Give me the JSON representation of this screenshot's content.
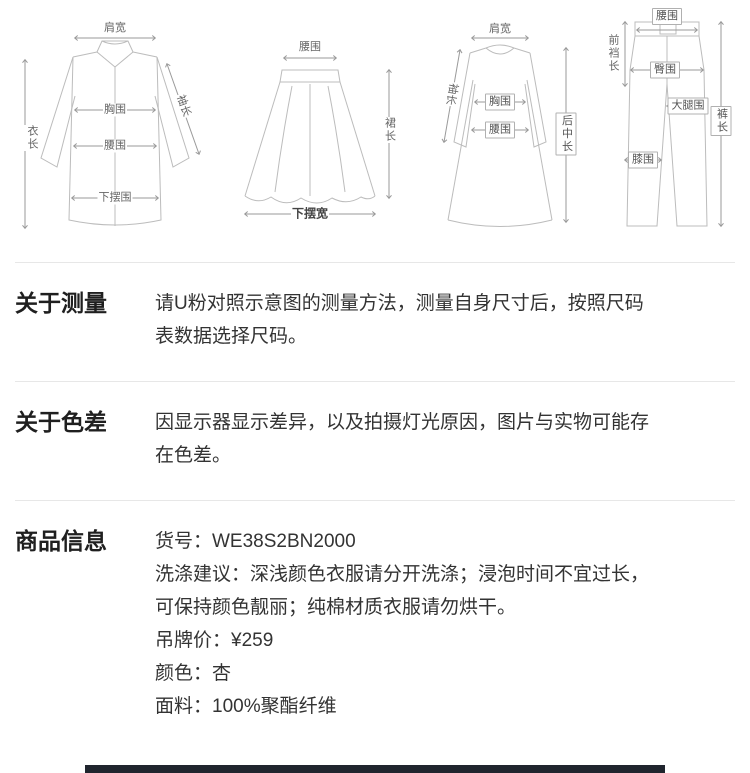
{
  "diagrams": {
    "shirt": {
      "labels": {
        "shoulder": "肩宽",
        "length": "衣长",
        "chest": "胸围",
        "waist": "腰围",
        "hem": "下摆围",
        "sleeve": "袖长"
      }
    },
    "skirt": {
      "labels": {
        "waist": "腰围",
        "length": "裙长",
        "hem_width": "下摆宽"
      }
    },
    "dress": {
      "labels": {
        "shoulder": "肩宽",
        "sleeve": "袖长",
        "chest": "胸围",
        "waist": "腰围",
        "back_length": "后中长"
      }
    },
    "pants": {
      "labels": {
        "waist": "腰围",
        "front_rise": "前裆长",
        "hip": "臀围",
        "thigh": "大腿围",
        "knee": "膝围",
        "length": "裤长"
      }
    }
  },
  "sections": {
    "measure": {
      "title": "关于测量",
      "content": "请U粉对照示意图的测量方法，测量自身尺寸后，按照尺码表数据选择尺码。"
    },
    "color": {
      "title": "关于色差",
      "content": "因显示器显示差异，以及拍摄灯光原因，图片与实物可能存在色差。"
    },
    "product": {
      "title": "商品信息",
      "lines": [
        "货号：WE38S2BN2000",
        "洗涤建议：深浅颜色衣服请分开洗涤；浸泡时间不宜过长，可保持颜色靓丽；纯棉材质衣服请勿烘干。",
        "吊牌价：¥259",
        "颜色：杏",
        "面料：100%聚酯纤维"
      ]
    }
  },
  "colors": {
    "footer_bar": "#20252e",
    "divider": "#e7e7e7",
    "line_art": "#bcbcbc"
  }
}
